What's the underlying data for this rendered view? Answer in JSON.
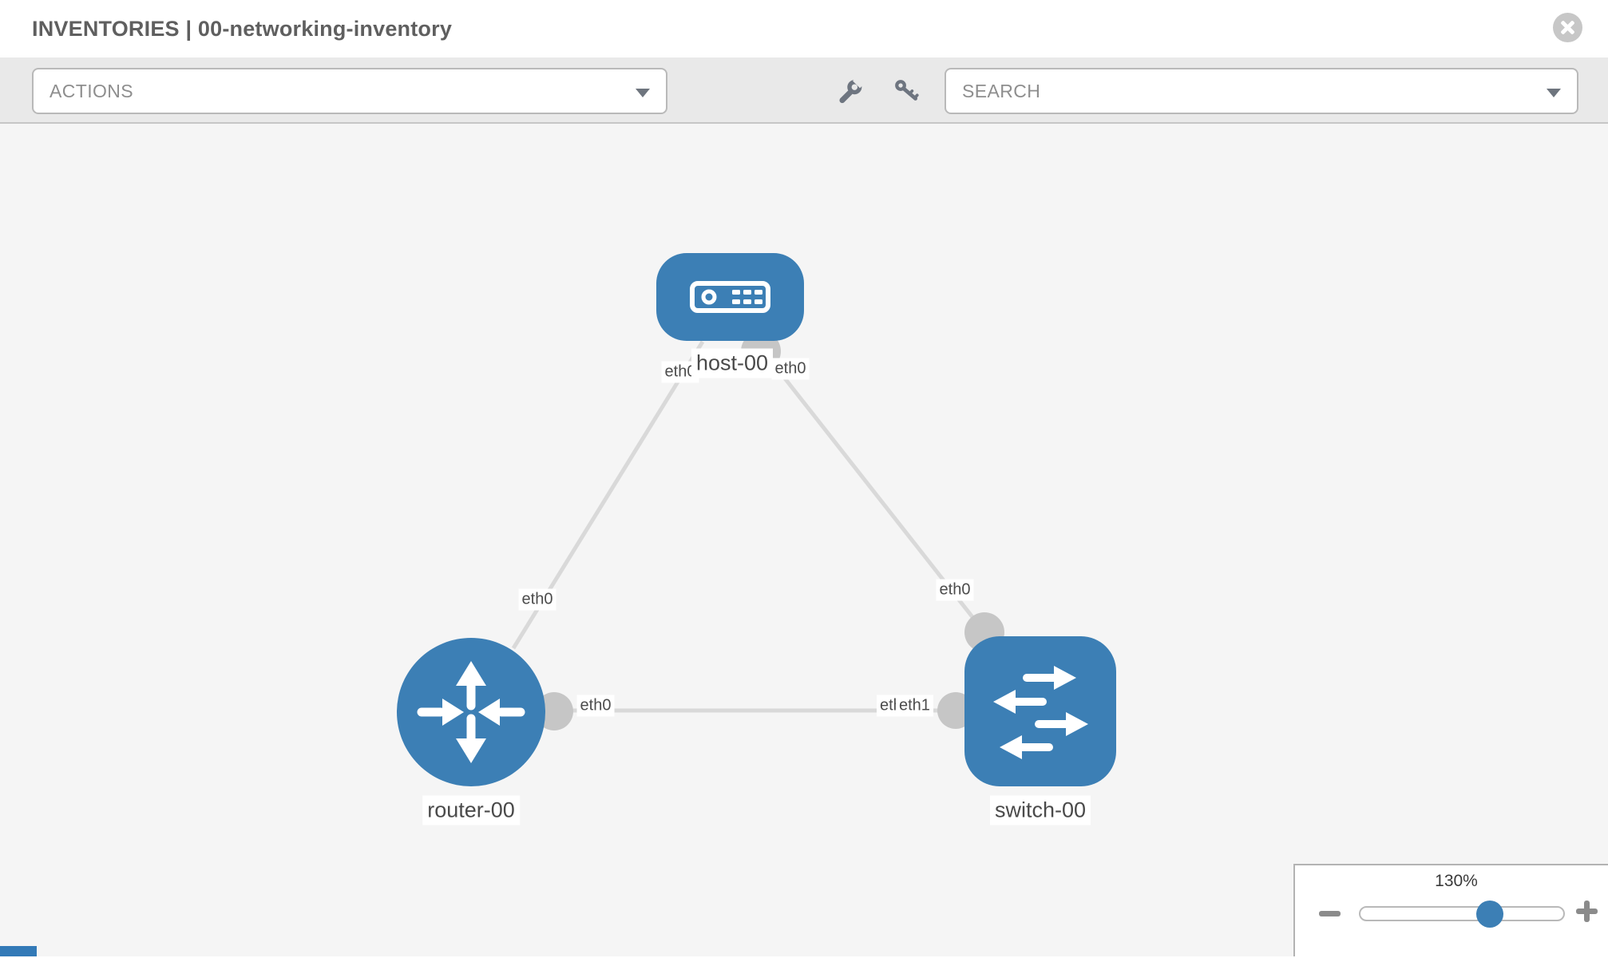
{
  "header": {
    "title": "INVENTORIES | 00-networking-inventory"
  },
  "toolbar": {
    "actions_label": "ACTIONS",
    "search_label": "SEARCH",
    "icons": [
      "wrench-icon",
      "key-icon"
    ]
  },
  "diagram": {
    "nodes": [
      {
        "id": "host-00",
        "type": "host",
        "label": "host-00"
      },
      {
        "id": "router-00",
        "type": "router",
        "label": "router-00"
      },
      {
        "id": "switch-00",
        "type": "switch",
        "label": "switch-00"
      }
    ],
    "links": [
      {
        "endpoints": [
          "host-00",
          "router-00"
        ],
        "labels": [
          "eth0",
          "eth0"
        ]
      },
      {
        "endpoints": [
          "host-00",
          "switch-00"
        ],
        "labels": [
          "eth0",
          "eth0"
        ]
      },
      {
        "endpoints": [
          "router-00",
          "switch-00"
        ],
        "labels": [
          "eth0",
          "eth0",
          "eth1"
        ]
      }
    ]
  },
  "zoom_control": {
    "value": "130%"
  },
  "colors": {
    "node_blue": "#3c7fb5",
    "link_gray": "#d9d9d9",
    "interface_gray": "#c6c6c6",
    "canvas_background": "#f5f5f5",
    "toolbar_background": "#e9e9e9"
  }
}
